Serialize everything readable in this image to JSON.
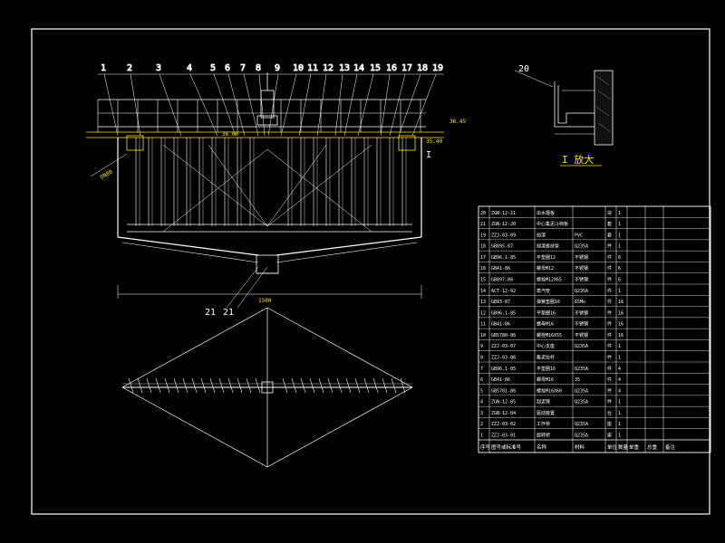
{
  "drawing": {
    "callouts": [
      "1",
      "2",
      "3",
      "4",
      "5",
      "6",
      "7",
      "8",
      "9",
      "10",
      "11",
      "12",
      "13",
      "14",
      "15",
      "16",
      "17",
      "18",
      "19"
    ],
    "detail_callout": "20",
    "bottom_callouts": [
      "21",
      "21"
    ],
    "detail_title": "I 放大",
    "section_marker": "I",
    "elevation_labels": [
      "36.45",
      "35.40",
      "36.00"
    ],
    "base_label": "1500",
    "pipe_label": "DN80"
  },
  "table": {
    "header": [
      "序号",
      "图号或标准号",
      "名称",
      "材料",
      "单位",
      "数量",
      "单重",
      "总重",
      "备注"
    ],
    "rows": [
      [
        "20",
        "ZGN-12-21",
        "出水堰板",
        "",
        "块",
        "1"
      ],
      [
        "21",
        "ZGN-12-20",
        "中心集泥斗挡板",
        "",
        "套",
        "1"
      ],
      [
        "19",
        "ZZJ-03-09",
        "挡渣",
        "PVC",
        "套",
        "1"
      ],
      [
        "18",
        "GB895-87",
        "挡渣板扶管",
        "Q235A",
        "件",
        "1"
      ],
      [
        "17",
        "GB96.1-85",
        "平垫圈12",
        "不锈钢",
        "件",
        "6"
      ],
      [
        "16",
        "GB41-86",
        "螺母M12",
        "不锈钢",
        "件",
        "6"
      ],
      [
        "15",
        "GB897-86",
        "螺栓M12X65",
        "不锈钢",
        "件",
        "6"
      ],
      [
        "14",
        "ACT-12-02",
        "蒸汽管",
        "Q235A",
        "件",
        "1"
      ],
      [
        "13",
        "GB93-87",
        "弹簧垫圈16",
        "65Mn",
        "件",
        "16"
      ],
      [
        "12",
        "GB96.1-85",
        "平垫圈16",
        "不锈钢",
        "件",
        "16"
      ],
      [
        "11",
        "GB41-86",
        "螺母M16",
        "不锈钢",
        "件",
        "16"
      ],
      [
        "10",
        "GB5780-86",
        "螺栓M16X55",
        "不锈钢",
        "件",
        "16"
      ],
      [
        "9",
        "ZZJ-03-07",
        "中心支座",
        "Q235A",
        "件",
        "1"
      ],
      [
        "8",
        "ZZJ-03-06",
        "集泥拉杆",
        "",
        "件",
        "1"
      ],
      [
        "7",
        "GB96.1-85",
        "平垫圈16",
        "Q235A",
        "件",
        "4"
      ],
      [
        "6",
        "GB41-86",
        "螺母M16",
        "35",
        "件",
        "4"
      ],
      [
        "5",
        "GB5781-86",
        "螺栓M16X60",
        "Q235A",
        "件",
        "4"
      ],
      [
        "4",
        "ZGN-12-05",
        "刮泥臂",
        "Q235A",
        "件",
        "1"
      ],
      [
        "3",
        "ZGN-12-04",
        "驱动装置",
        "",
        "台",
        "1"
      ],
      [
        "2",
        "ZZJ-03-02",
        "工作桥",
        "Q235A",
        "座",
        "1"
      ],
      [
        "1",
        "ZZJ-03-01",
        "旋转桥",
        "Q235A",
        "座",
        "1"
      ]
    ]
  }
}
